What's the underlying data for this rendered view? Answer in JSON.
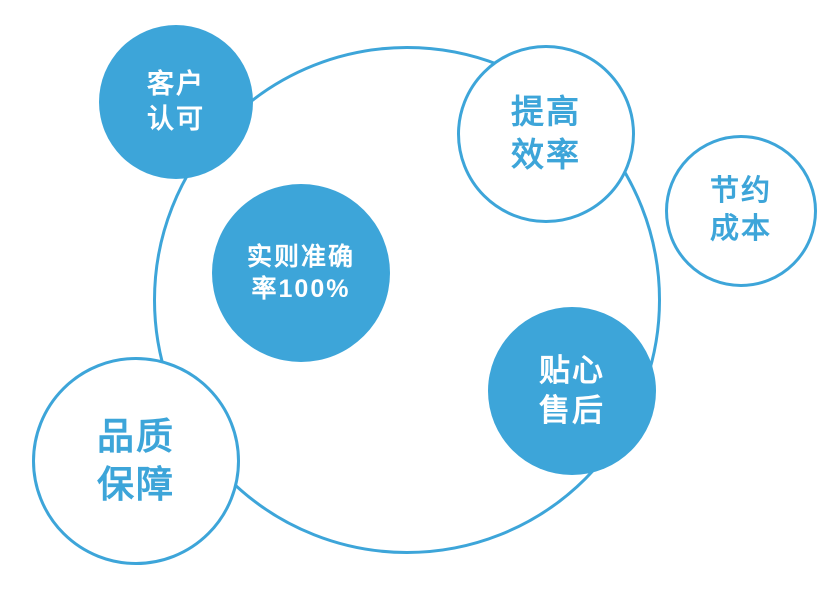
{
  "colors": {
    "accent": "#3da5d9",
    "text_on_fill": "#ffffff",
    "background": "#ffffff"
  },
  "diagram": {
    "type": "bubble-diagram",
    "circles": [
      {
        "id": "customer-approval",
        "label": "客户\n认可",
        "style": "filled"
      },
      {
        "id": "accuracy",
        "label": "实则准确\n率100%",
        "style": "filled"
      },
      {
        "id": "improve-efficiency",
        "label": "提高\n效率",
        "style": "outline"
      },
      {
        "id": "save-cost",
        "label": "节约\n成本",
        "style": "outline"
      },
      {
        "id": "caring-after-sales",
        "label": "贴心\n售后",
        "style": "filled"
      },
      {
        "id": "quality-assurance",
        "label": "品质\n保障",
        "style": "outline"
      }
    ]
  }
}
